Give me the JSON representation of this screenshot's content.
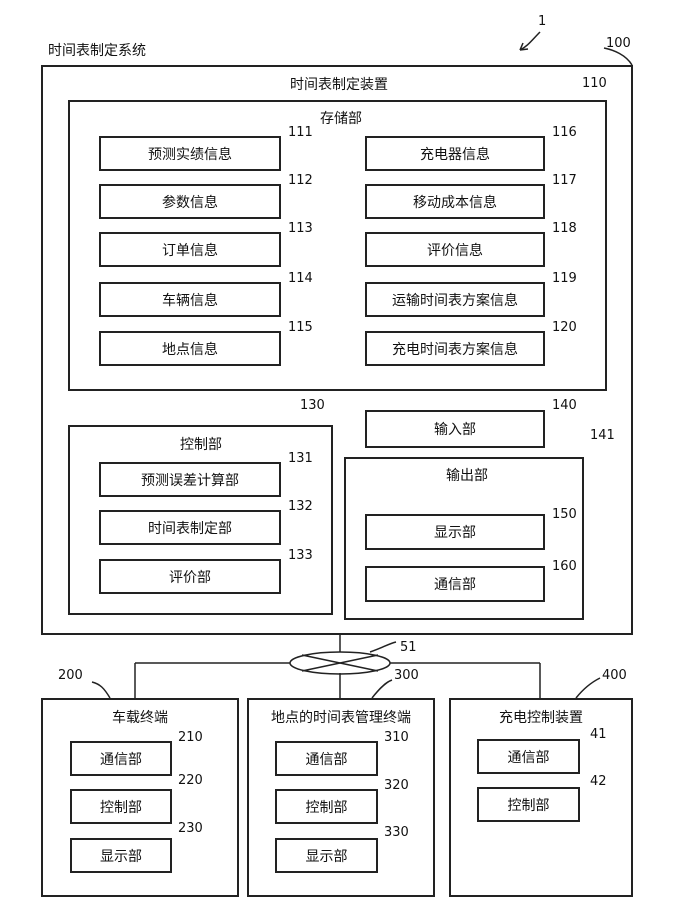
{
  "ref_system": "1",
  "system": {
    "title": "时间表制定系统",
    "ref": "100"
  },
  "device": {
    "title": "时间表制定装置"
  },
  "storage": {
    "title": "存储部",
    "ref": "110",
    "left": [
      {
        "label": "预测实绩信息",
        "ref": "111"
      },
      {
        "label": "参数信息",
        "ref": "112"
      },
      {
        "label": "订单信息",
        "ref": "113"
      },
      {
        "label": "车辆信息",
        "ref": "114"
      },
      {
        "label": "地点信息",
        "ref": "115"
      }
    ],
    "right": [
      {
        "label": "充电器信息",
        "ref": "116"
      },
      {
        "label": "移动成本信息",
        "ref": "117"
      },
      {
        "label": "评价信息",
        "ref": "118"
      },
      {
        "label": "运输时间表方案信息",
        "ref": "119"
      },
      {
        "label": "充电时间表方案信息",
        "ref": "120"
      }
    ]
  },
  "control": {
    "title": "控制部",
    "ref": "130",
    "items": [
      {
        "label": "预测误差计算部",
        "ref": "131"
      },
      {
        "label": "时间表制定部",
        "ref": "132"
      },
      {
        "label": "评价部",
        "ref": "133"
      }
    ]
  },
  "input": {
    "label": "输入部",
    "ref": "140"
  },
  "output": {
    "title": "输出部",
    "ref": "141",
    "items": [
      {
        "label": "显示部",
        "ref": "150"
      },
      {
        "label": "通信部",
        "ref": "160"
      }
    ]
  },
  "network_ref": "51",
  "terminals": [
    {
      "title": "车载终端",
      "ref": "200",
      "items": [
        {
          "label": "通信部",
          "ref": "210"
        },
        {
          "label": "控制部",
          "ref": "220"
        },
        {
          "label": "显示部",
          "ref": "230"
        }
      ]
    },
    {
      "title": "地点的时间表管理终端",
      "ref": "300",
      "items": [
        {
          "label": "通信部",
          "ref": "310"
        },
        {
          "label": "控制部",
          "ref": "320"
        },
        {
          "label": "显示部",
          "ref": "330"
        }
      ]
    },
    {
      "title": "充电控制装置",
      "ref": "400",
      "items": [
        {
          "label": "通信部",
          "ref": "41"
        },
        {
          "label": "控制部",
          "ref": "42"
        }
      ]
    }
  ]
}
